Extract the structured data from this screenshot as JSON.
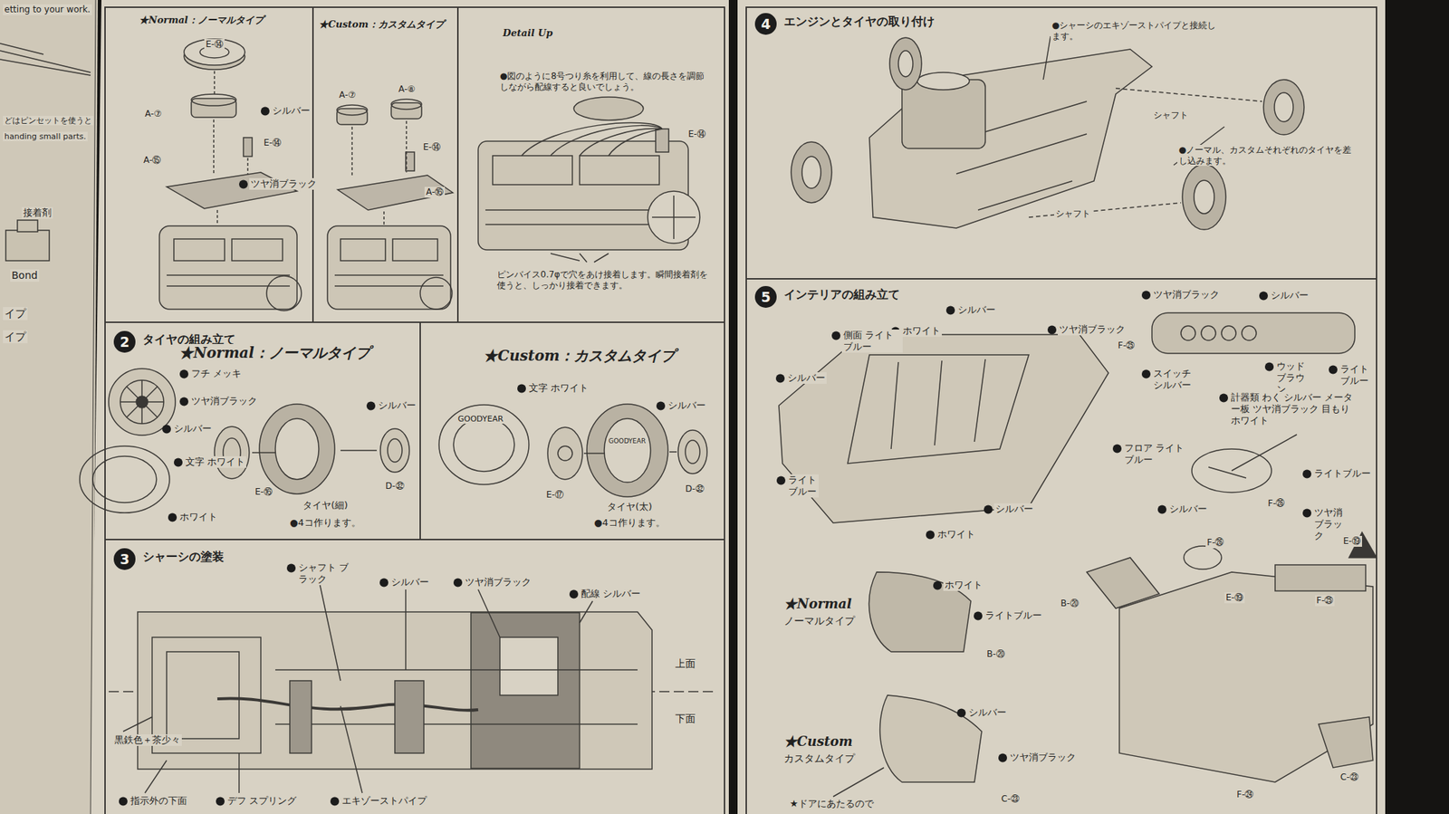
{
  "diagram": {
    "nodes": [
      {
        "text": [
          "★Normal：ノーマルタイプ"
        ]
      },
      {
        "text": [
          "★Custom：カスタムタイプ"
        ]
      },
      {
        "text": [
          "Detail Up"
        ]
      },
      {
        "text": [
          "2",
          "タイヤの組み立て"
        ]
      },
      {
        "text": [
          "★Normal：ノーマルタイプ"
        ],
        "in": 3
      },
      {
        "text": [
          "★Custom：カスタムタイプ"
        ],
        "in": 3
      },
      {
        "text": [
          "3",
          "シャーシの塗装"
        ]
      },
      {
        "text": [
          "4",
          "エンジンとタイヤの取り付け"
        ]
      },
      {
        "text": [
          "5",
          "インテリアの組み立て"
        ]
      },
      {
        "text": [
          "★Normal",
          "ノーマルタイプ"
        ],
        "in": 8
      },
      {
        "text": [
          "★Custom",
          "カスタムタイプ"
        ],
        "in": 8
      }
    ],
    "labels": [
      "etting to your work.",
      "どはピンセットを使うと",
      "handing small parts.",
      "接着剤",
      "Bond",
      "イプ",
      "イプ",
      "E-⑭",
      "A-⑦",
      "シルバー",
      "E-⑭",
      "A-⑮",
      "ツヤ消ブラック",
      "A-⑦",
      "A-⑧",
      "E-⑭",
      "A-⑯",
      "●図のように8号つり糸を利用して、線の長さを調節しながら配線すると良いでしょう。",
      "E-⑭",
      "ピンバイス0.7φで穴をあけ接着します。瞬間接着剤を使うと、しっかり接着できます。",
      "フチ メッキ",
      "ツヤ消ブラック",
      "シルバー",
      "文字 ホワイト",
      "ホワイト",
      "E-⑯",
      "タイヤ(細)",
      "シルバー",
      "D-㉜",
      "●4コ作ります。",
      "文字 ホワイト",
      "GOODYEAR",
      "シルバー",
      "E-⑰",
      "GOODYEAR",
      "タイヤ(太)",
      "D-㉜",
      "●4コ作ります。",
      "シャフト ブラック",
      "シルバー",
      "ツヤ消ブラック",
      "配線 シルバー",
      "上面",
      "下面",
      "黒鉄色＋茶少々",
      "指示外の下面",
      "デフ スプリング",
      "エキゾーストパイプ",
      "●シャーシのエキゾーストパイプと接続します。",
      "シャフト",
      "●ノーマル、カスタムそれぞれのタイヤを差し込みます。",
      "シャフト",
      "シルバー",
      "ホワイト",
      "ツヤ消ブラック",
      "側面 ライトブルー",
      "シルバー",
      "フロア ライトブルー",
      "ライト ブルー",
      "シルバー",
      "ホワイト",
      "ツヤ消ブラック",
      "シルバー",
      "F-㉕",
      "スイッチ シルバー",
      "ウッド ブラウン",
      "ライト ブルー",
      "計器類 わく シルバー メーター板 ツヤ消ブラック 目もり ホワイト",
      "ライトブルー",
      "シルバー",
      "F-㉖",
      "ツヤ消 ブラック",
      "E-⑲",
      "F-㉖",
      "E-⑲",
      "B-⑳",
      "F-㉕",
      "F-㉔",
      "C-㉓",
      "ホワイト",
      "ライトブルー",
      "B-⑳",
      "シルバー",
      "ツヤ消ブラック",
      "C-㉓",
      "★ドアにあたるので"
    ]
  }
}
